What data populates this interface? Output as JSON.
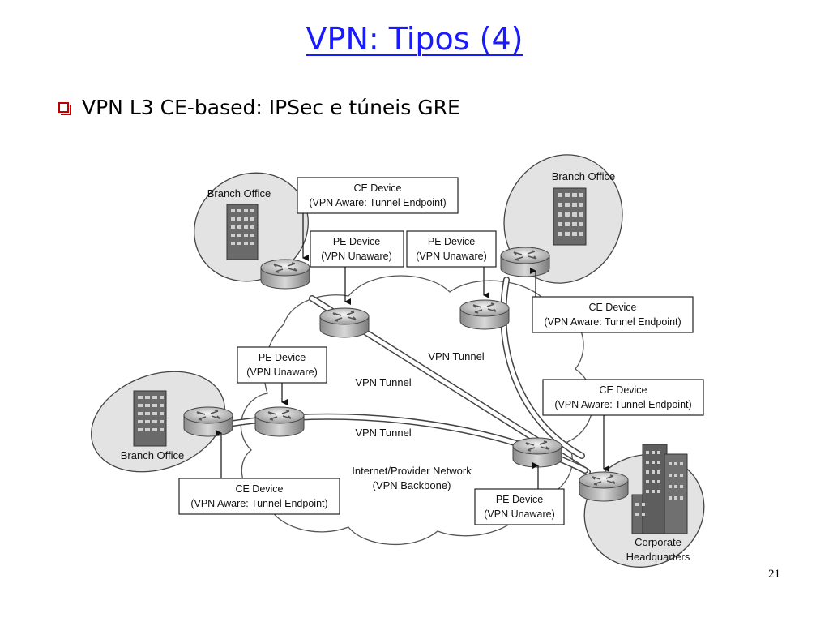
{
  "slide": {
    "title": "VPN: Tipos (4)",
    "bullet": "VPN L3 CE-based: IPSec e túneis GRE",
    "page_number": "21"
  },
  "diagram": {
    "sites": {
      "branch_top_left": "Branch Office",
      "branch_top_right": "Branch Office",
      "branch_left": "Branch Office",
      "hq_line1": "Corporate",
      "hq_line2": "Headquarters"
    },
    "ce_label_line1": "CE Device",
    "ce_label_line2": "(VPN Aware: Tunnel Endpoint)",
    "pe_label_line1": "PE Device",
    "pe_label_line2": "(VPN Unaware)",
    "tunnel_label": "VPN Tunnel",
    "network_line1": "Internet/Provider Network",
    "network_line2": "(VPN Backbone)"
  }
}
